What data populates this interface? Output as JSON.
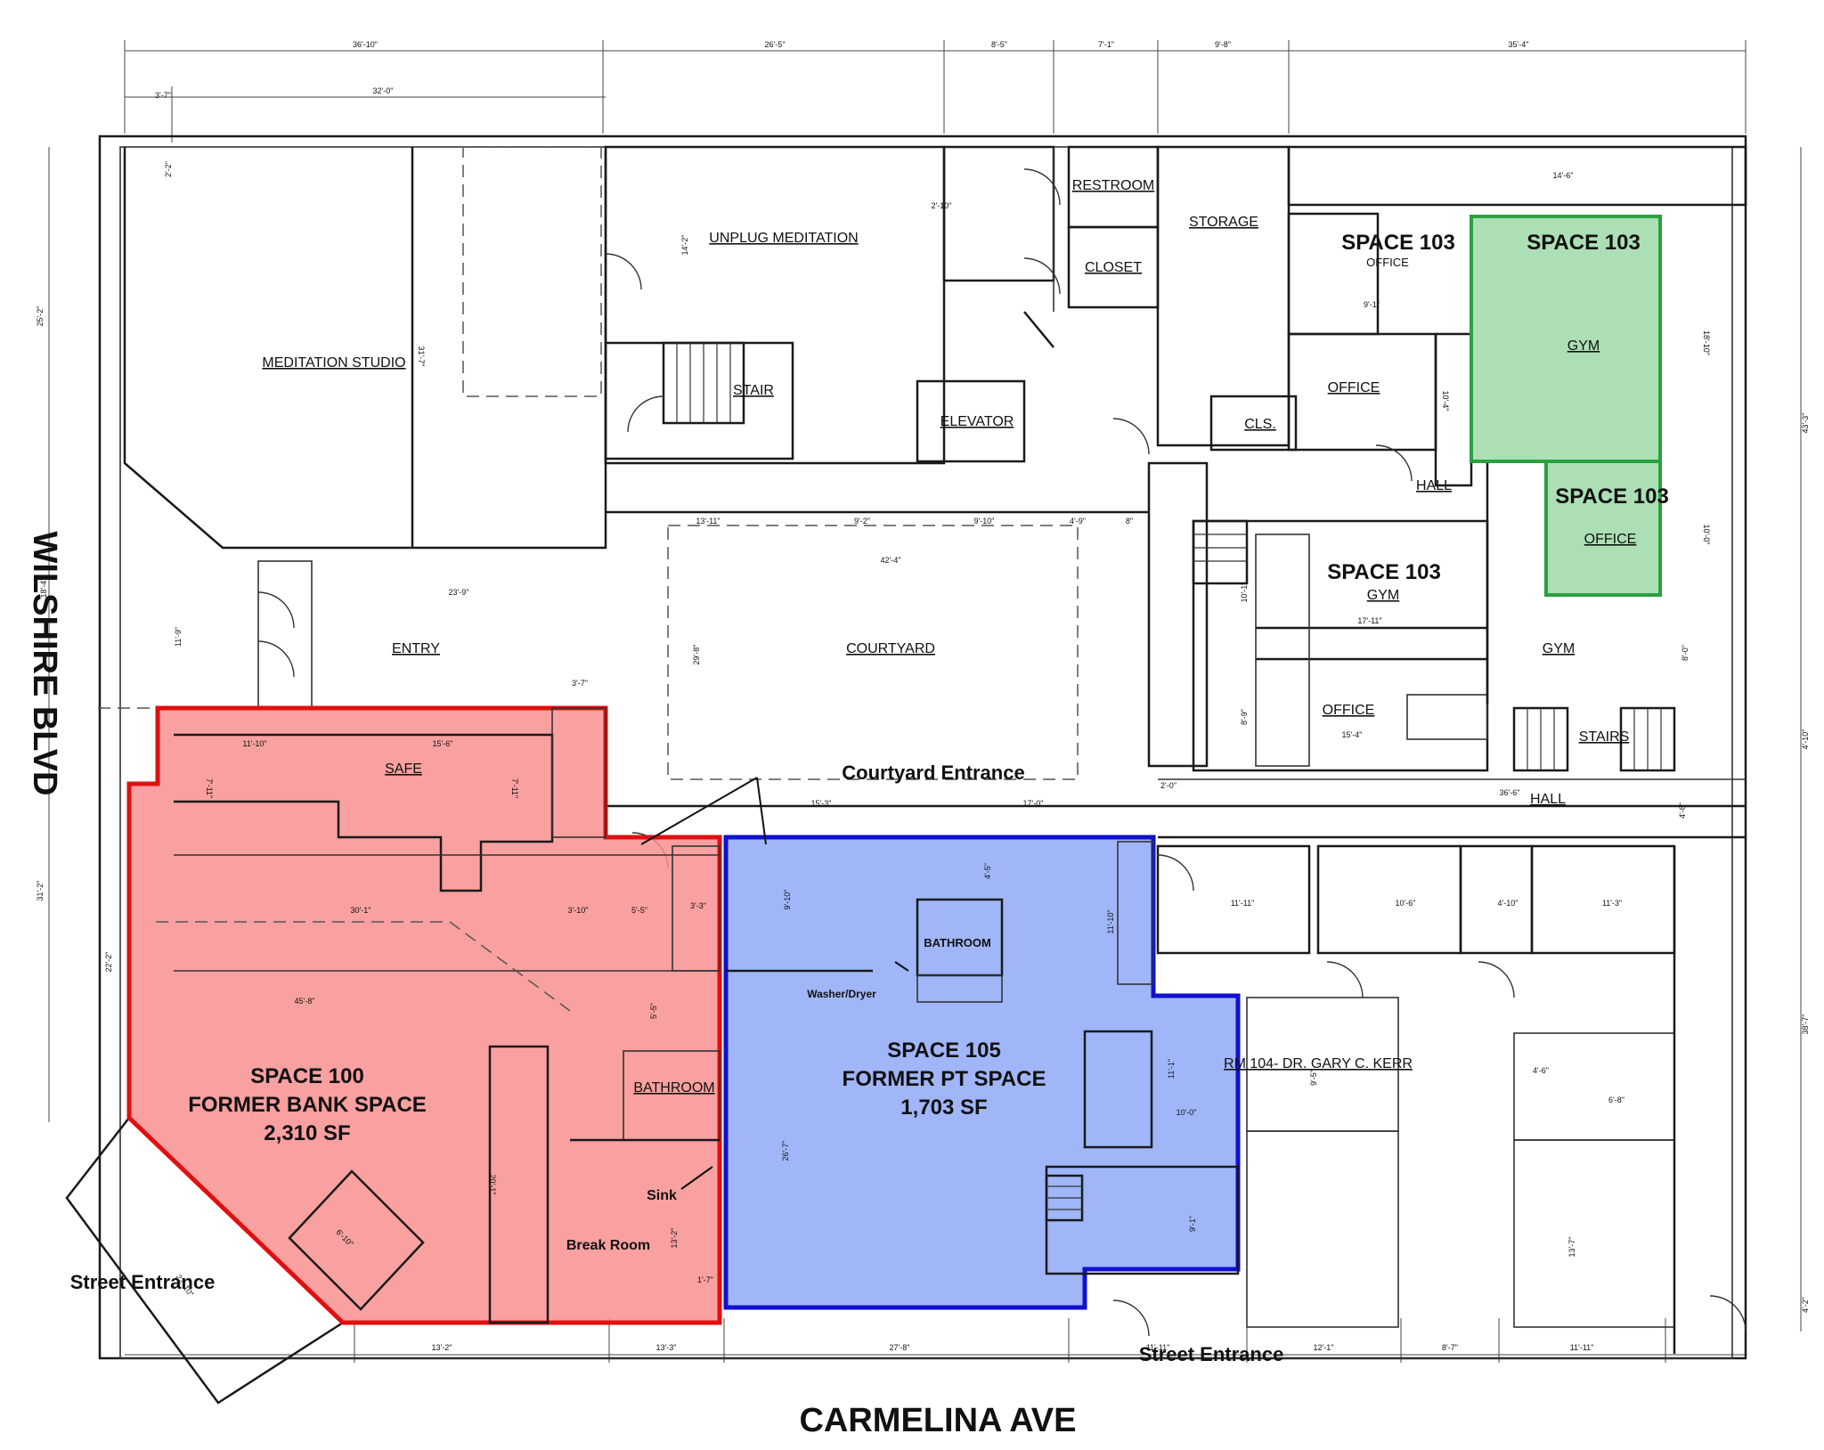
{
  "streets": {
    "west": "WILSHIRE BLVD",
    "south": "CARMELINA AVE"
  },
  "highlighted_spaces": {
    "space_100": {
      "name": "SPACE 100",
      "desc": "FORMER BANK SPACE",
      "area": "2,310 SF",
      "color": "#f88f8f"
    },
    "space_105": {
      "name": "SPACE 105",
      "desc": "FORMER PT SPACE",
      "area": "1,703 SF",
      "color": "#8fa9f8"
    },
    "space_103_gym": {
      "name": "SPACE 103",
      "room": "GYM",
      "color": "#9ed9a8"
    },
    "space_103_office": {
      "name": "SPACE 103",
      "room": "OFFICE",
      "color": "#9ed9a8"
    }
  },
  "space_103_labels": {
    "office_label": "SPACE 103",
    "office_sub": "OFFICE",
    "gym_label": "SPACE 103",
    "gym_sub": "GYM"
  },
  "rooms": {
    "meditation_studio": "MEDITATION STUDIO",
    "unplug_meditation": "UNPLUG MEDITATION",
    "stair": "STAIR",
    "elevator": "ELEVATOR",
    "restroom": "RESTROOM",
    "closet": "CLOSET",
    "storage": "STORAGE",
    "office_a": "OFFICE",
    "cls": "CLS.",
    "hall_a": "HALL",
    "entry": "ENTRY",
    "courtyard": "COURTYARD",
    "office_b": "OFFICE",
    "gym_b": "GYM",
    "stairs": "STAIRS",
    "hall_b": "HALL",
    "safe": "SAFE",
    "bathroom_100": "BATHROOM",
    "break_room": "Break Room",
    "sink": "Sink",
    "bathroom_105": "BATHROOM",
    "washer_dryer": "Washer/Dryer",
    "rm104": "RM 104- DR. GARY C. KERR"
  },
  "callouts": {
    "courtyard_entrance": "Courtyard Entrance",
    "street_entrance_left": "Street Entrance",
    "street_entrance_bottom": "Street Entrance"
  },
  "dimensions": {
    "top_1": "36'-10\"",
    "top_2": "26'-5\"",
    "top_3": "8'-5\"",
    "top_4": "7'-1\"",
    "top_5": "9'-8\"",
    "top_6": "35'-4\"",
    "top_7": "3'-7\"",
    "top_8": "32'-0\"",
    "left_1": "25'-2\"",
    "left_2": "31'-2\"",
    "left_3": "22'-2\"",
    "left_4": "18'-4\"",
    "left_5": "11'-9\"",
    "right_1": "43'-3\"",
    "right_2": "38'-7\"",
    "right_3": "4'-10\"",
    "right_4": "4'-8\"",
    "right_5": "4'-2\"",
    "bot_1": "13'-2\"",
    "bot_2": "13'-3\"",
    "bot_3": "27'-8\"",
    "bot_4": "11'-11\"",
    "bot_5": "12'-1\"",
    "bot_6": "8'-7\"",
    "bot_7": "11'-11\"",
    "d_2_2": "2'-2\"",
    "d_31_7": "31'-7\"",
    "d_14_2": "14'-2\"",
    "d_2_10": "2'-10\"",
    "d_13_11": "13'-11\"",
    "d_9_2": "9'-2\"",
    "d_9_10": "9'-10\"",
    "d_4_9": "4'-9\"",
    "d_8": "8\"",
    "d_23_9": "23'-9\"",
    "d_42_4": "42'-4\"",
    "d_29_8": "29'-8\"",
    "d_14_6": "14'-6\"",
    "d_18_10": "18'-10\"",
    "d_9_1": "9'-1\"",
    "d_10_4": "10'-4\"",
    "d_10_0": "10'-0\"",
    "d_10_1": "10'-1\"",
    "d_17_11": "17'-11\"",
    "d_8_9": "8'-9\"",
    "d_15_4": "15'-4\"",
    "d_8_0": "8'-0\"",
    "d_2_0": "2'-0\"",
    "d_36_6": "36'-6\"",
    "d_3_7b": "3'-7\"",
    "d_11_10": "11'-10\"",
    "d_15_6": "15'-6\"",
    "d_7_11a": "7'-11\"",
    "d_7_11b": "7'-11\"",
    "d_30_1": "30'-1\"",
    "d_3_10": "3'-10\"",
    "d_5_5a": "5'-5\"",
    "d_3_3": "3'-3\"",
    "d_45_8": "45'-8\"",
    "d_5_5b": "5'-5\"",
    "d_20_1": "20'-1\"",
    "d_13_2": "13'-2\"",
    "d_6_10": "6'-10\"",
    "d_1_7": "1'-7\"",
    "d_22_10": "22'-10\"",
    "d_15_3": "15'-3\"",
    "d_17_0": "17'-0\"",
    "d_9_10b": "9'-10\"",
    "d_4_5": "4'-5\"",
    "d_11_10b": "11'-10\"",
    "d_26_7": "26'-7\"",
    "d_11_1": "11'-1\"",
    "d_10_0b": "10'-0\"",
    "d_9_1b": "9'-1\"",
    "d_11_11": "11'-11\"",
    "d_10_6": "10'-6\"",
    "d_4_10": "4'-10\"",
    "d_11_3": "11'-3\"",
    "d_9_5": "9'-5\"",
    "d_4_6": "4'-6\"",
    "d_6_8": "6'-8\"",
    "d_13_7": "13'-7\""
  }
}
